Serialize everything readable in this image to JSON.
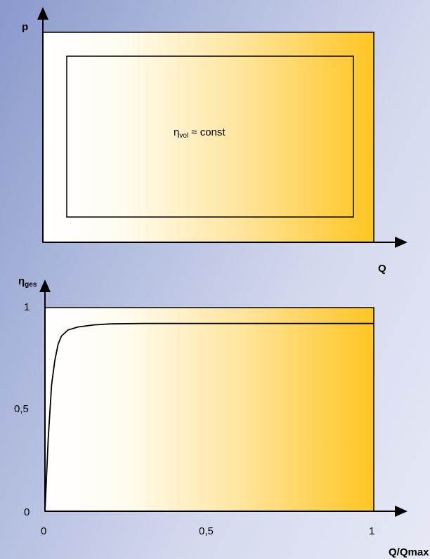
{
  "top_diagram": {
    "y_axis_label": "p",
    "x_axis_label": "Q",
    "annotation": {
      "symbol": "η",
      "subscript": "vol",
      "rest": " ≈ const"
    }
  },
  "bottom_diagram": {
    "y_axis_label": {
      "symbol": "η",
      "subscript": "ges"
    },
    "x_axis_label": "Q/Qmax",
    "y_ticks": [
      "1",
      "0,5",
      "0"
    ],
    "x_ticks": [
      "0",
      "0,5",
      "1"
    ]
  },
  "chart_data": {
    "type": "line",
    "x": [
      0,
      0.01,
      0.02,
      0.03,
      0.04,
      0.05,
      0.07,
      0.1,
      0.15,
      0.2,
      0.3,
      0.5,
      0.75,
      1.0
    ],
    "y": [
      0.0,
      0.36,
      0.62,
      0.74,
      0.82,
      0.86,
      0.89,
      0.905,
      0.915,
      0.92,
      0.922,
      0.922,
      0.922,
      0.922
    ],
    "xlim": [
      0,
      1
    ],
    "ylim": [
      0,
      1
    ],
    "fill_gradient": [
      "#ffffff",
      "#ffc522"
    ]
  }
}
